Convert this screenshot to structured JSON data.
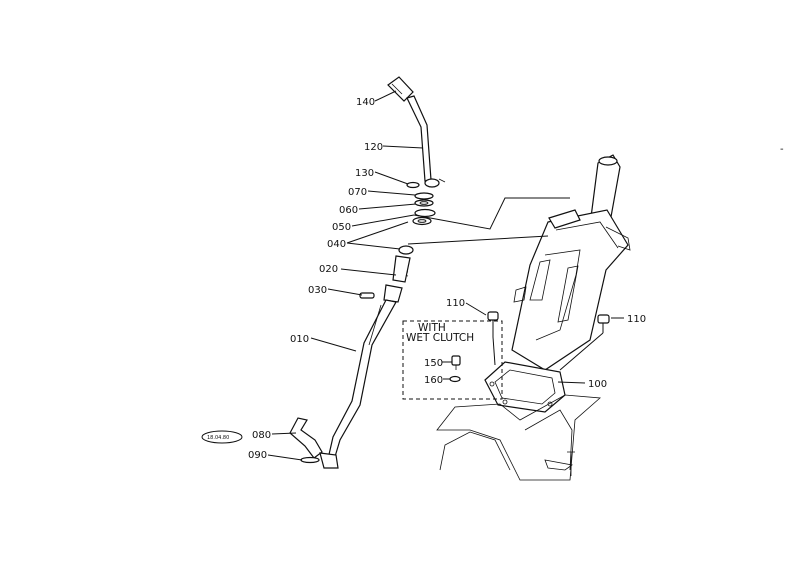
{
  "callouts": {
    "p140": "140",
    "p120": "120",
    "p130": "130",
    "p070": "070",
    "p060": "060",
    "p050": "050",
    "p040": "040",
    "p020": "020",
    "p030": "030",
    "p010": "010",
    "p080": "080",
    "p090": "090",
    "p110_left": "110",
    "p110_right": "110",
    "p100": "100",
    "p150": "150",
    "p160": "160"
  },
  "option_box": {
    "line1": "WITH",
    "line2": "WET CLUTCH"
  },
  "stamp": {
    "text": "18.04.80"
  },
  "marker": {
    "text": "-"
  }
}
